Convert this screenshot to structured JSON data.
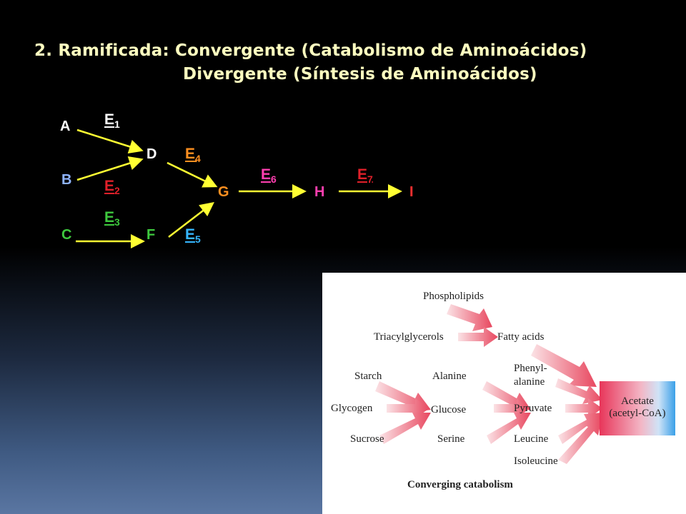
{
  "title": {
    "line1": "2. Ramificada: Convergente (Catabolismo de Aminoácidos)",
    "line2": "Divergente (Síntesis de Aminoácidos)"
  },
  "pathway": {
    "nodes": {
      "A": "A",
      "B": "B",
      "C": "C",
      "D": "D",
      "F": "F",
      "G": "G",
      "H": "H",
      "I": "I"
    },
    "enzymes": {
      "e1": {
        "letter": "E",
        "sub": "1"
      },
      "e2": {
        "letter": "E",
        "sub": "2"
      },
      "e3": {
        "letter": "E",
        "sub": "3"
      },
      "e4": {
        "letter": "E",
        "sub": "4"
      },
      "e5": {
        "letter": "E",
        "sub": "5"
      },
      "e6": {
        "letter": "E",
        "sub": "6"
      },
      "e7": {
        "letter": "E",
        "sub": "7"
      }
    },
    "colors": {
      "A": "#ffffff",
      "B": "#8fb4ff",
      "C": "#3ec93e",
      "D": "#ffffff",
      "F": "#3ec93e",
      "G": "#ff9020",
      "H": "#ff3fb0",
      "I": "#ff3030",
      "e1": "#ffffff",
      "e2": "#e0202a",
      "e3": "#3ec93e",
      "e4": "#ff9020",
      "e5": "#36b7ff",
      "e6": "#ff3fb0",
      "e7": "#e0202a",
      "arrow": "#ffff33"
    }
  },
  "figure": {
    "labels": {
      "phospholipids": "Phospholipids",
      "triacylglycerols": "Triacylglycerols",
      "fatty_acids": "Fatty acids",
      "starch": "Starch",
      "glycogen": "Glycogen",
      "sucrose": "Sucrose",
      "alanine": "Alanine",
      "glucose": "Glucose",
      "serine": "Serine",
      "phenylalanine_1": "Phenyl-",
      "phenylalanine_2": "alanine",
      "pyruvate": "Pyruvate",
      "leucine": "Leucine",
      "isoleucine": "Isoleucine",
      "acetate_1": "Acetate",
      "acetate_2": "(acetyl-CoA)"
    },
    "caption": "Converging catabolism"
  }
}
